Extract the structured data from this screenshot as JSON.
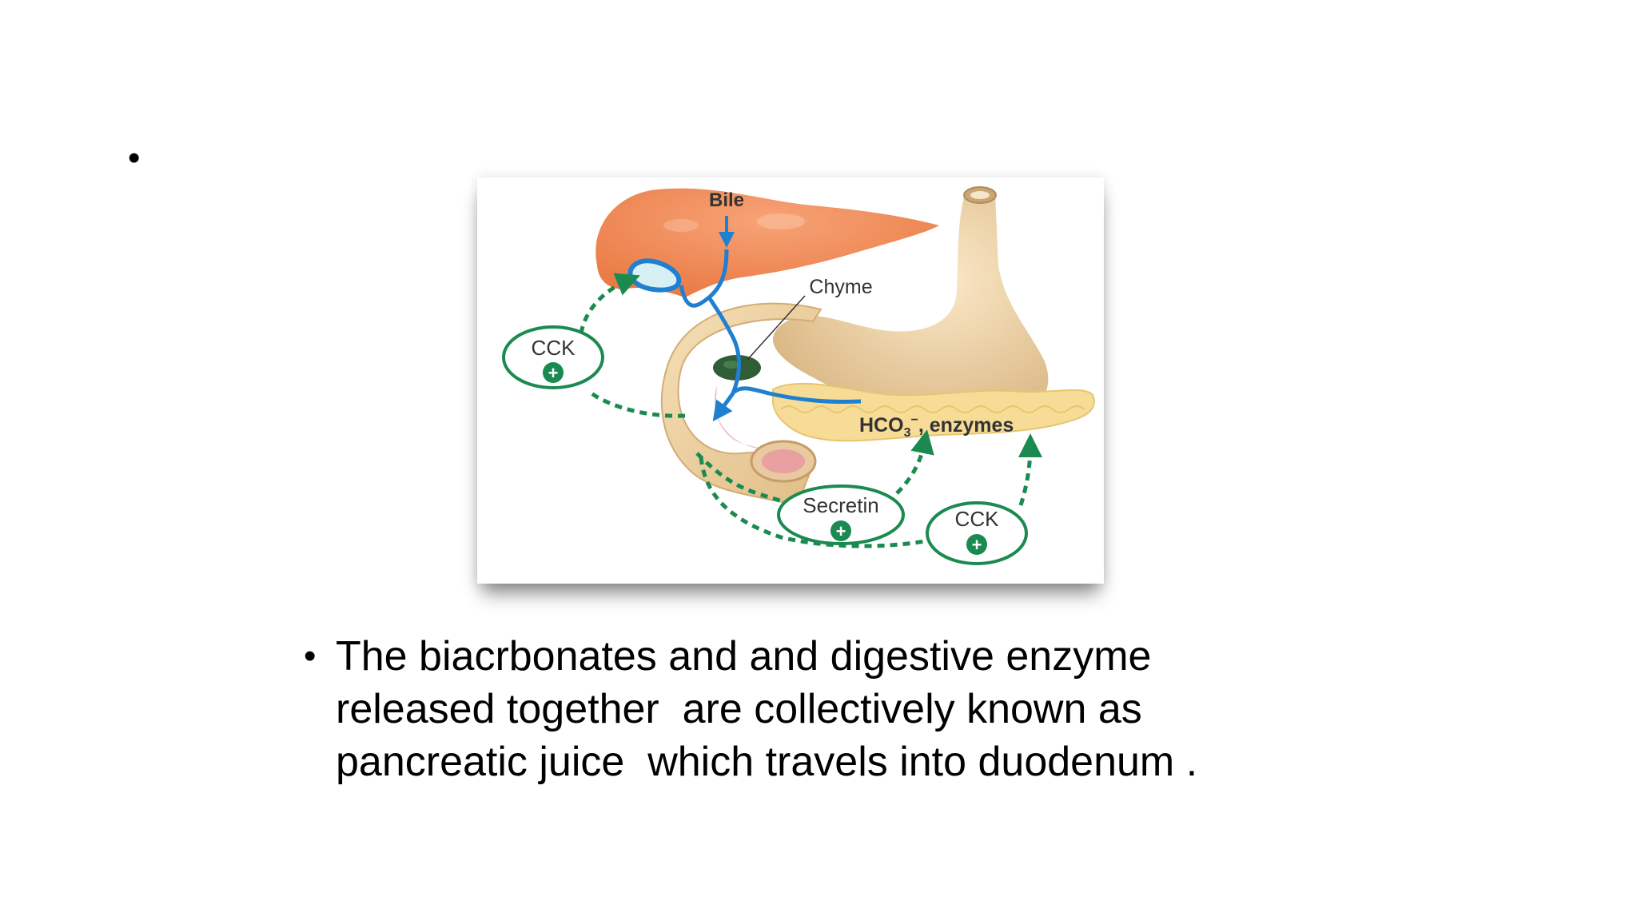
{
  "slide": {
    "top_bullet": "•",
    "bullet_marker": "•",
    "bullet_lines": [
      "The biacrbonates and and digestive enzyme",
      "released together  are collectively known as",
      "pancreatic juice  which travels into duodenum ."
    ]
  },
  "diagram": {
    "labels": {
      "bile": "Bile",
      "chyme": "Chyme",
      "cck_left": "CCK",
      "hco3": "HCO",
      "hco3_sub": "3",
      "hco3_sup": "−",
      "enzymes": ", enzymes",
      "secretin": "Secretin",
      "cck_right": "CCK",
      "plus": "+"
    },
    "colors": {
      "liver": "#f08a55",
      "stomach": "#ecd2a6",
      "pancreas": "#f5de9a",
      "duct": "#1f7fd0",
      "hormone_green": "#1b8a50",
      "gallbladder_inner": "#d7f0f4"
    }
  }
}
